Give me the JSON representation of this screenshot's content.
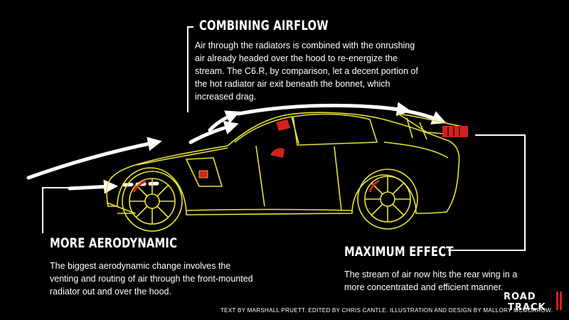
{
  "callouts": {
    "airflow": {
      "title": "COMBINING AIRFLOW",
      "text": "Air through the radiators is combined with the onrushing air already headed over the hood to re-energize the stream. The C6.R, by comparison, let a decent portion of the hot radiator air exit beneath the bonnet, which increased drag."
    },
    "aero": {
      "title": "MORE AERODYNAMIC",
      "text": "The biggest aerodynamic change involves the venting and routing of air through the front-mounted radiator out and over the hood."
    },
    "effect": {
      "title": "MAXIMUM EFFECT",
      "text": "The stream of air now hits the rear wing in a more concentrated and efficient manner."
    }
  },
  "credits": "TEXT BY MARSHALL PRUETT. EDITED BY CHRIS CANTLE. ILLUSTRATION AND DESIGN BY MALLORY MCMORROW.",
  "logo": {
    "line1": "ROAD",
    "line2": "TRACK"
  },
  "colors": {
    "background": "#000000",
    "outline": "#e8e23a",
    "accent_red": "#d42020",
    "text": "#ffffff"
  }
}
